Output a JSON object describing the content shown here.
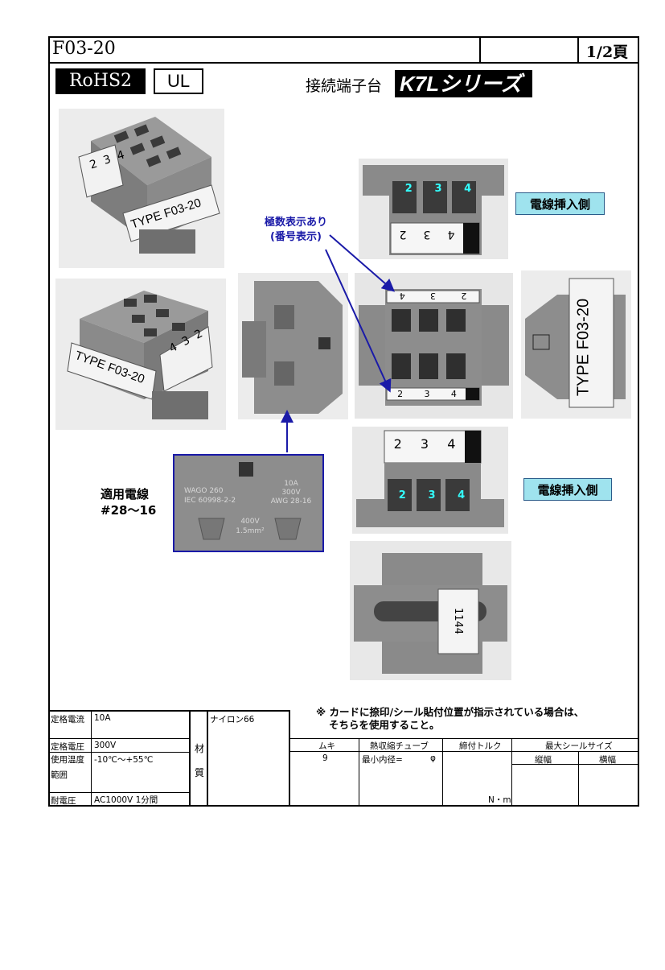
{
  "header": {
    "doc_id": "F03-20",
    "page": "1/2頁",
    "rohs": "RoHS2",
    "ul": "UL",
    "series_label": "接続端子台",
    "series_name": "K7Lシリーズ"
  },
  "photos": {
    "label_top_left": {
      "digits": [
        "2",
        "3",
        "4"
      ],
      "type": "TYPE F03-20"
    },
    "label_mid_left": {
      "digits": [
        "4",
        "3",
        "2"
      ],
      "type": "TYPE F03-20"
    },
    "top_view_digits": [
      "2",
      "3",
      "4"
    ],
    "top_view_label_digits": [
      "2",
      "3",
      "4"
    ],
    "center_digits_top": [
      "2",
      "3",
      "4"
    ],
    "center_digits_bottom": [
      "2",
      "3",
      "4"
    ],
    "side_view_type": "TYPE F03-20",
    "lower_view_label": [
      "2",
      "3",
      "4"
    ],
    "lower_view_digits": [
      "2",
      "3",
      "4"
    ],
    "bottom_view_code": "1144",
    "zoom_text": [
      "WAGO 260",
      "IEC 60998-2-2",
      "10A",
      "300V",
      "AWG 28-16",
      "400V",
      "1.5mm²"
    ]
  },
  "annotations": {
    "wire_side_1": "電線挿入側",
    "wire_side_2": "電線挿入側",
    "callout_line1": "極数表示あり",
    "callout_line2": "(番号表示)",
    "wire_label_line1": "適用電線",
    "wire_label_line2": "#28～16"
  },
  "note": {
    "line1": "※ カードに捺印/シール貼付位置が指示されている場合は、",
    "line2": "そちらを使用すること。"
  },
  "specs": {
    "rated_current_label": "定格電流",
    "rated_current": "10A",
    "rated_voltage_label": "定格電圧",
    "rated_voltage": "300V",
    "temp_label_1": "使用温度",
    "temp_label_2": "範囲",
    "temp_value": "-10℃～+55℃",
    "withstand_label": "耐電圧",
    "withstand_value": "AC1000V 1分間",
    "material_label_1": "材",
    "material_label_2": "質",
    "material_value": "ナイロン66",
    "strip_label": "ムキ",
    "strip_value": "9",
    "tube_label": "熱収縮チューブ",
    "tube_value": "最小内径=",
    "tube_unit": "φ",
    "torque_label": "締付トルク",
    "torque_unit": "N・m",
    "seal_label": "最大シールサイズ",
    "seal_height": "縦幅",
    "seal_width": "横幅"
  }
}
